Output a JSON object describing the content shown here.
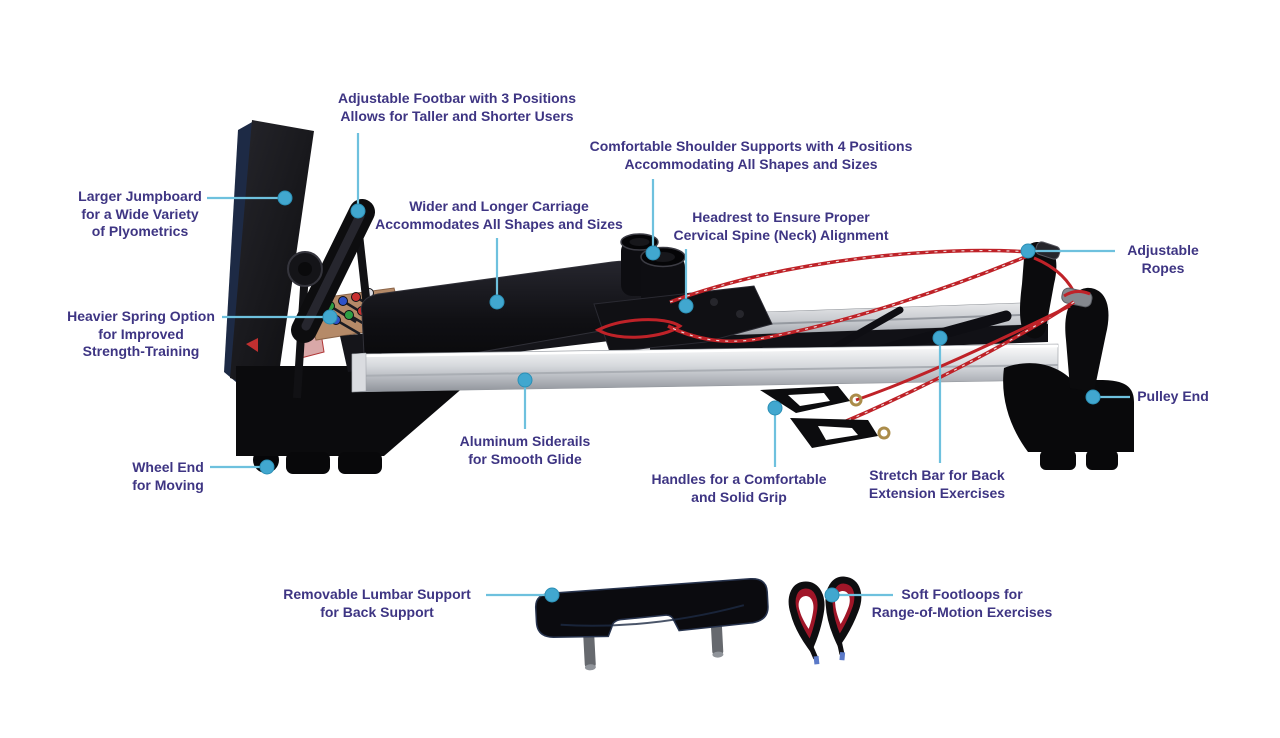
{
  "figure": {
    "subject": "Pilates reformer annotated feature diagram",
    "accessories": [
      "lumbar support pad",
      "soft footloops"
    ]
  },
  "colors": {
    "label_text": "#3e3583",
    "leader_line": "#6ec1de",
    "dot_fill": "#41a7cf",
    "dot_ring": "#2b8fb5",
    "rope_red": "#bf2228",
    "rail_silver": "#c9ccd1",
    "machine_black": "#0c0c0e"
  },
  "callouts": {
    "adjustable_footbar": "Adjustable Footbar with 3 Positions\nAllows for Taller and Shorter Users",
    "shoulder_supports": "Comfortable Shoulder Supports with 4 Positions\nAccommodating All Shapes and Sizes",
    "larger_jumpboard": "Larger Jumpboard\nfor a Wide Variety\nof Plyometrics",
    "carriage": "Wider and Longer Carriage\nAccommodates All Shapes and Sizes",
    "headrest": "Headrest to Ensure Proper\nCervical Spine (Neck) Alignment",
    "adjustable_ropes": "Adjustable\nRopes",
    "heavier_spring": "Heavier Spring Option\nfor Improved\nStrength-Training",
    "pulley_end": "Pulley End",
    "aluminum_siderails": "Aluminum Siderails\nfor Smooth Glide",
    "wheel_end": "Wheel End\nfor Moving",
    "handles": "Handles for a Comfortable\nand Solid Grip",
    "stretch_bar": "Stretch Bar for Back\nExtension Exercises",
    "lumbar_support": "Removable Lumbar Support\nfor Back Support",
    "soft_footloops": "Soft Footloops for\nRange-of-Motion Exercises"
  }
}
